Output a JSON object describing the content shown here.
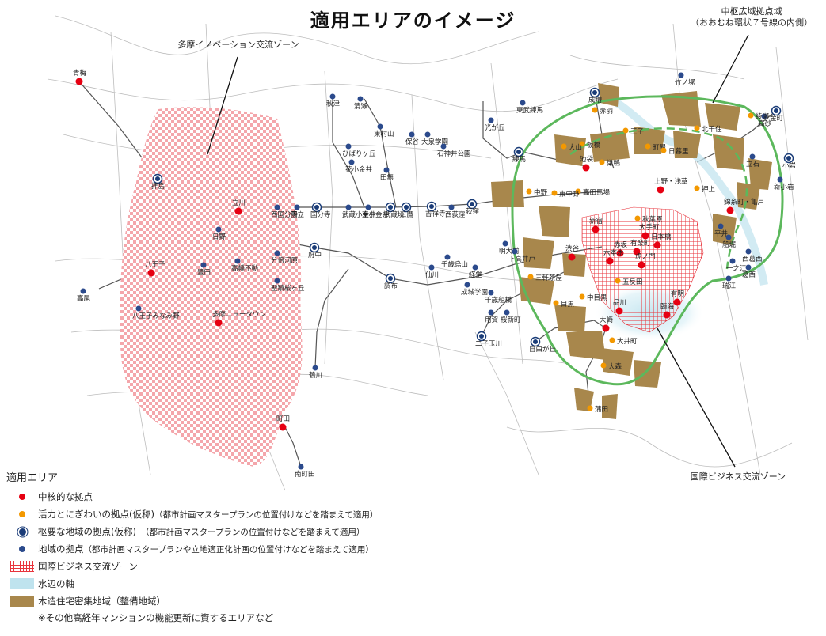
{
  "title": "適用エリアのイメージ",
  "callouts": {
    "tama_zone": "多摩イノベーション交流ゾーン",
    "chusu_line1": "中枢広域拠点域",
    "chusu_line2": "（おおむね環状７号線の内側）",
    "intl_zone": "国際ビジネス交流ゾーン"
  },
  "colors": {
    "core": "#e60012",
    "vitality": "#f39800",
    "key_local": "#1a3c78",
    "local": "#2b4a8c",
    "intl_zone": "#e8343c",
    "waterfront": "#bfe3ee",
    "wooden_area": "#a8874c",
    "ring": "#5cb85c",
    "tama_zone": "#f4a6ab"
  },
  "legend": {
    "heading": "適用エリア",
    "items": [
      {
        "symbol": "core-dot",
        "label": "中核的な拠点",
        "sublabel": ""
      },
      {
        "symbol": "vitality-dot",
        "label": "活力とにぎわいの拠点(仮称)",
        "sublabel": "（都市計画マスタープランの位置付けなどを踏まえて適用）"
      },
      {
        "symbol": "key-local-ring",
        "label": "枢要な地域の拠点(仮称)",
        "sublabel": "（都市計画マスタープランの位置付けなどを踏まえて適用）"
      },
      {
        "symbol": "local-dot",
        "label": "地域の拠点",
        "sublabel": "（都市計画マスタープランや立地適正化計画の位置付けなどを踏まえて適用）"
      },
      {
        "symbol": "intl-grid",
        "label": "国際ビジネス交流ゾーン",
        "sublabel": ""
      },
      {
        "symbol": "water-box",
        "label": "水辺の軸",
        "sublabel": ""
      },
      {
        "symbol": "wood-box",
        "label": "木造住宅密集地域（整備地域）",
        "sublabel": ""
      }
    ],
    "note": "※その他高経年マンションの機能更新に資するエリアなど"
  },
  "stations": {
    "core": [
      "青梅",
      "立川",
      "八王子",
      "多摩ニュータウン",
      "町田",
      "池袋",
      "新宿",
      "渋谷",
      "品川",
      "大崎",
      "上野・浅草",
      "錦糸町・亀戸",
      "臨海",
      "有明",
      "大手町",
      "有楽町",
      "日本橋",
      "赤坂",
      "六本木",
      "虎ノ門"
    ],
    "vitality": [
      "赤羽",
      "王子",
      "板橋",
      "大山",
      "巣鴨",
      "町屋",
      "日暮里",
      "北千住",
      "綾瀬",
      "中野",
      "高田馬場",
      "東中野",
      "秋葉原",
      "押上",
      "中目黒",
      "五反田",
      "三軒茶屋",
      "大井町",
      "大森",
      "蒲田",
      "目黒"
    ],
    "key_local": [
      "拝島",
      "国分寺",
      "府中",
      "調布",
      "吉祥寺",
      "二子玉川",
      "自由が丘",
      "荻窪",
      "三鷹",
      "武蔵境",
      "練馬",
      "成増",
      "金町",
      "小岩"
    ],
    "local": [
      "秋津",
      "清瀬",
      "東村山",
      "ひばりヶ丘",
      "花小金井",
      "田無",
      "保谷",
      "大泉学園",
      "石神井公園",
      "光が丘",
      "東武練馬",
      "日野",
      "豊田",
      "高幡不動",
      "分倍河原",
      "聖蹟桜ヶ丘",
      "高尾",
      "八王子みなみ野",
      "鶴川",
      "南町田",
      "千歳烏山",
      "仙川",
      "経堂",
      "成城学園",
      "千歳船橋",
      "用賀",
      "桜新町",
      "明大前",
      "下高井戸",
      "西国分寺",
      "国立",
      "武蔵小金井",
      "東小金井",
      "西荻窪",
      "竹ノ塚",
      "新小岩",
      "高砂",
      "立石",
      "葛西",
      "西葛西",
      "船堀",
      "瑞江",
      "一之江",
      "平井"
    ]
  }
}
